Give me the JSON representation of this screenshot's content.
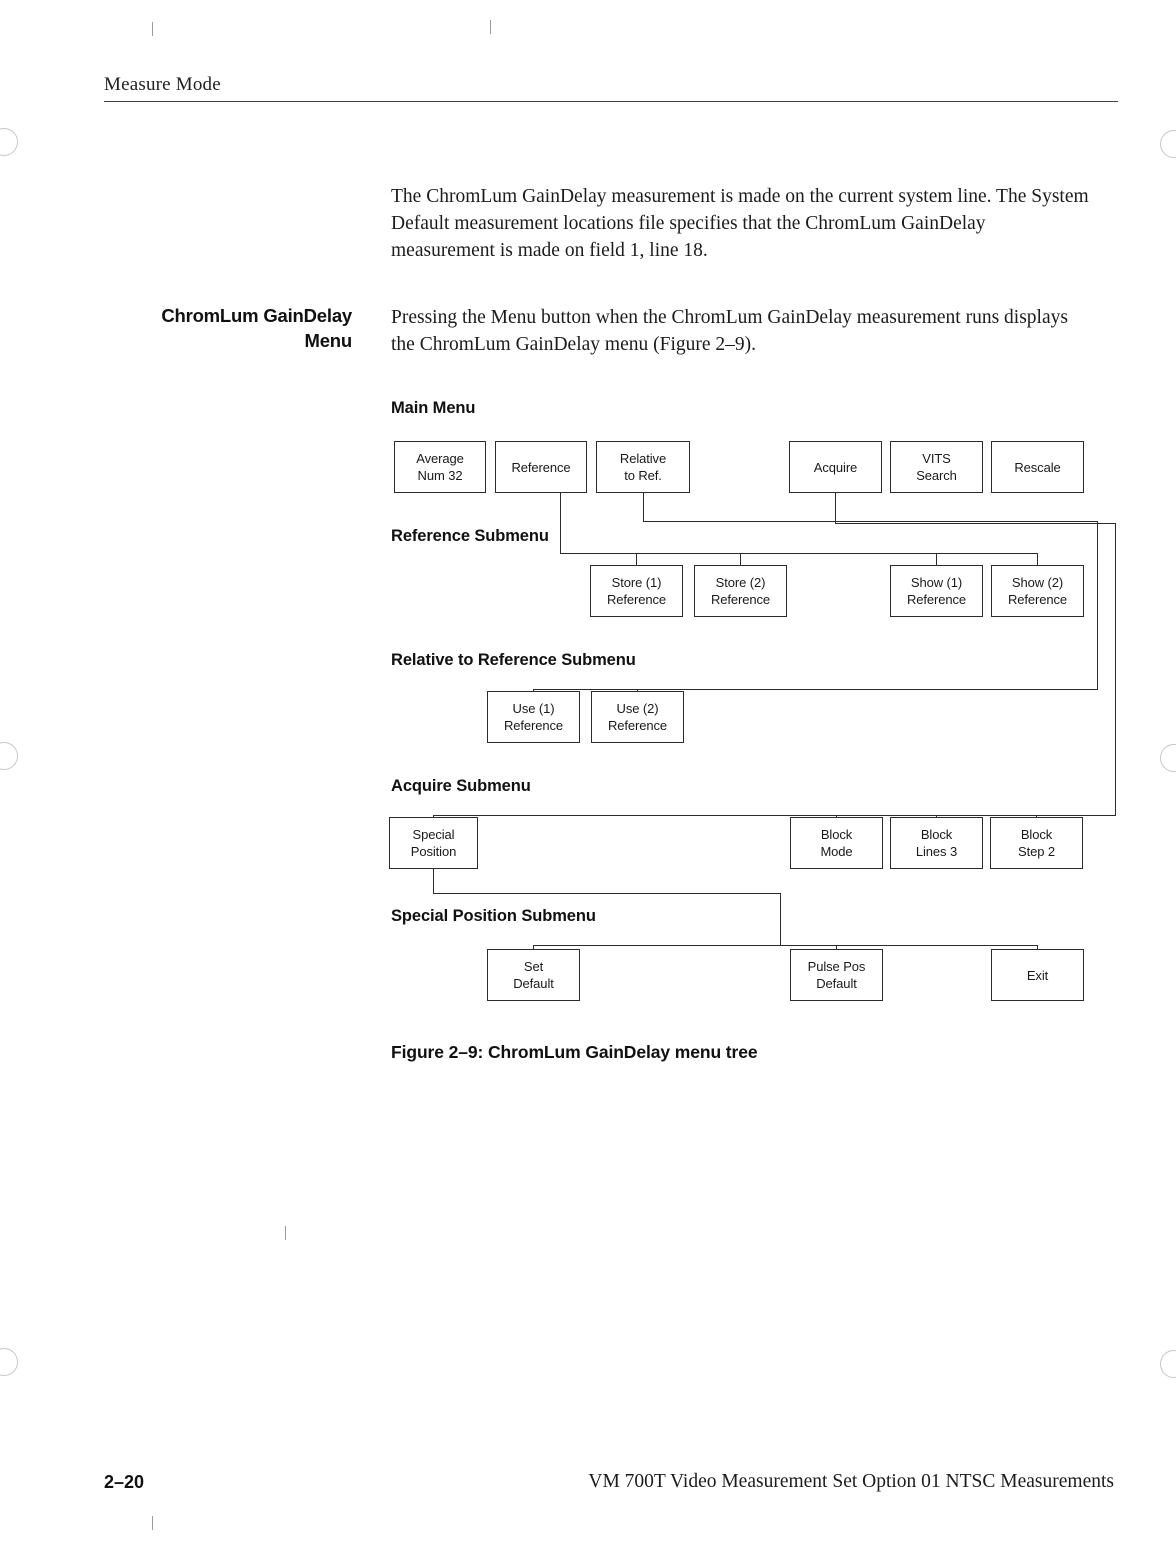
{
  "page": {
    "running_head": "Measure Mode",
    "folio": "2–20",
    "footer_title": "VM 700T Video Measurement Set Option 01 NTSC Measurements"
  },
  "body": {
    "intro_paragraph": "The ChromLum GainDelay measurement is made on the current system line. The System Default measurement locations file specifies that the ChromLum GainDelay measurement is made on field 1, line 18.",
    "side_head_line1": "ChromLum GainDelay",
    "side_head_line2": "Menu",
    "menu_paragraph": "Pressing the Menu button when the ChromLum GainDelay measurement runs displays the ChromLum GainDelay menu (Figure 2–9)."
  },
  "figure": {
    "caption": "Figure 2–9: ChromLum GainDelay menu tree",
    "sections": {
      "main": "Main Menu",
      "reference": "Reference Submenu",
      "relative": "Relative to Reference Submenu",
      "acquire": "Acquire Submenu",
      "special": "Special Position Submenu"
    },
    "nodes": {
      "average": {
        "line1": "Average",
        "line2": "Num 32"
      },
      "reference": {
        "line1": "Reference",
        "line2": ""
      },
      "relative_ref": {
        "line1": "Relative",
        "line2": "to Ref."
      },
      "acquire": {
        "line1": "Acquire",
        "line2": ""
      },
      "vits_search": {
        "line1": "VITS",
        "line2": "Search"
      },
      "rescale": {
        "line1": "Rescale",
        "line2": ""
      },
      "store1": {
        "line1": "Store (1)",
        "line2": "Reference"
      },
      "store2": {
        "line1": "Store (2)",
        "line2": "Reference"
      },
      "show1": {
        "line1": "Show (1)",
        "line2": "Reference"
      },
      "show2": {
        "line1": "Show (2)",
        "line2": "Reference"
      },
      "use1": {
        "line1": "Use (1)",
        "line2": "Reference"
      },
      "use2": {
        "line1": "Use (2)",
        "line2": "Reference"
      },
      "special_pos": {
        "line1": "Special",
        "line2": "Position"
      },
      "block_mode": {
        "line1": "Block",
        "line2": "Mode"
      },
      "block_lines": {
        "line1": "Block",
        "line2": "Lines 3"
      },
      "block_step": {
        "line1": "Block",
        "line2": "Step 2"
      },
      "set_default": {
        "line1": "Set",
        "line2": "Default"
      },
      "pulse_pos": {
        "line1": "Pulse Pos",
        "line2": "Default"
      },
      "exit": {
        "line1": "Exit",
        "line2": ""
      }
    }
  }
}
